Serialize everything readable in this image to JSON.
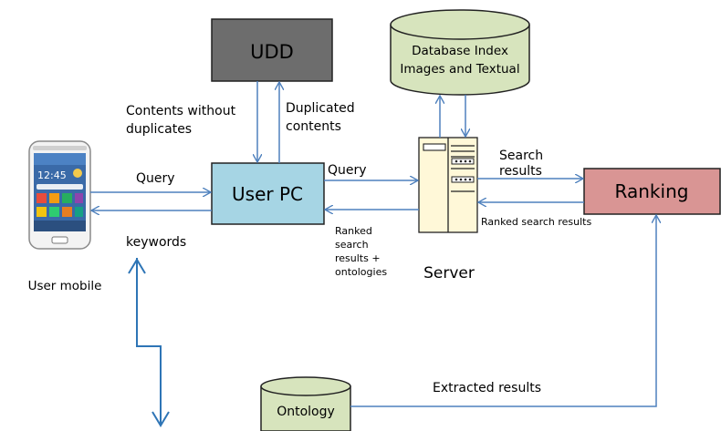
{
  "nodes": {
    "udd": "UDD",
    "user_pc": "User PC",
    "ranking": "Ranking",
    "database_line1": "Database Index",
    "database_line2": "Images and Textual",
    "ontology": "Ontology",
    "server": "Server",
    "user_mobile": "User mobile"
  },
  "phone": {
    "clock": "12:45"
  },
  "edges": {
    "contents_without_duplicates_line1": "Contents without",
    "contents_without_duplicates_line2": "duplicates",
    "duplicated_contents_line1": "Duplicated",
    "duplicated_contents_line2": "contents",
    "query_mobile_to_pc": "Query",
    "keywords": "keywords",
    "query_pc_to_server": "Query",
    "search_results_line1": "Search",
    "search_results_line2": "results",
    "ranked_search_results": "Ranked search results",
    "ranked_plus_ontologies_line1": "Ranked",
    "ranked_plus_ontologies_line2": "search",
    "ranked_plus_ontologies_line3": "results +",
    "ranked_plus_ontologies_line4": "ontologies",
    "extracted_results": "Extracted results"
  },
  "colors": {
    "udd_fill": "#6d6d6d",
    "user_pc_fill": "#a6d5e4",
    "ranking_fill": "#d99594",
    "cylinder_fill": "#d7e4bd",
    "server_fill": "#fff8d8",
    "arrow": "#4f81bd",
    "long_arrow": "#2e75b6"
  }
}
